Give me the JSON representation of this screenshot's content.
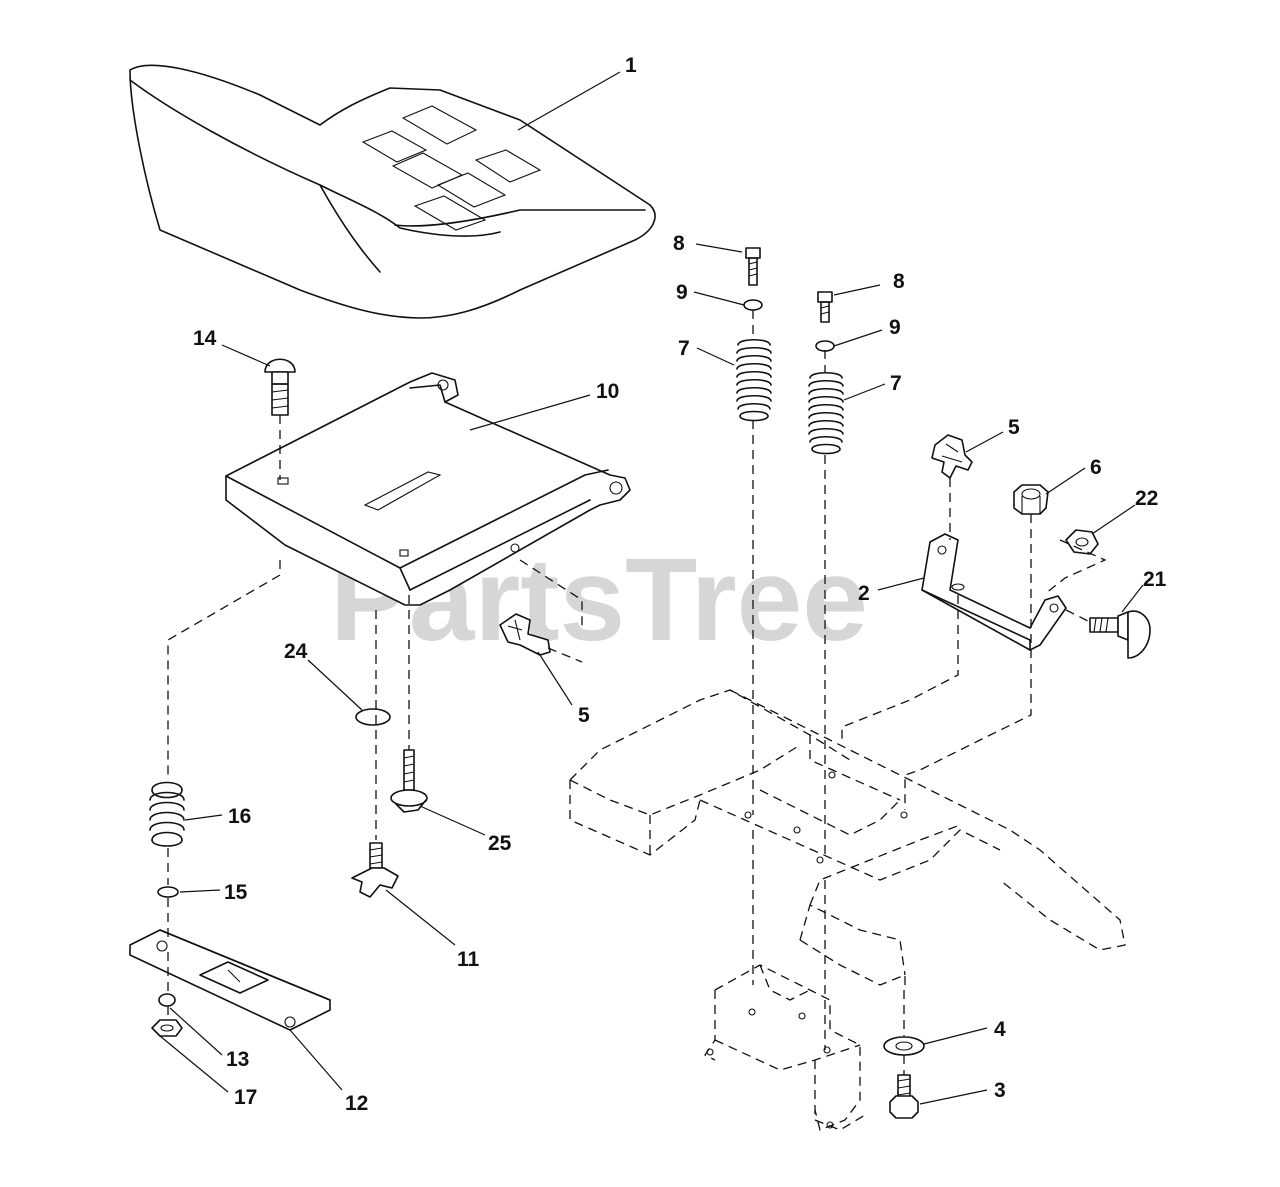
{
  "watermark": "PartsTree",
  "callouts": {
    "seat": "1",
    "seat_plate": "10",
    "carriage_bolt": "14",
    "spring_left": "16",
    "washer_15": "15",
    "bracket_12": "12",
    "washer_13": "13",
    "nut_17": "17",
    "washer_24": "24",
    "bolt_25": "25",
    "knob_11": "11",
    "clip_5_lower": "5",
    "screw_8_left": "8",
    "washer_9_left": "9",
    "spring_7_left": "7",
    "screw_8_right": "8",
    "washer_9_right": "9",
    "spring_7_right": "7",
    "clip_5_upper": "5",
    "nut_6": "6",
    "nut_22": "22",
    "bracket_2": "2",
    "bolt_21": "21",
    "washer_4": "4",
    "bolt_3": "3"
  }
}
